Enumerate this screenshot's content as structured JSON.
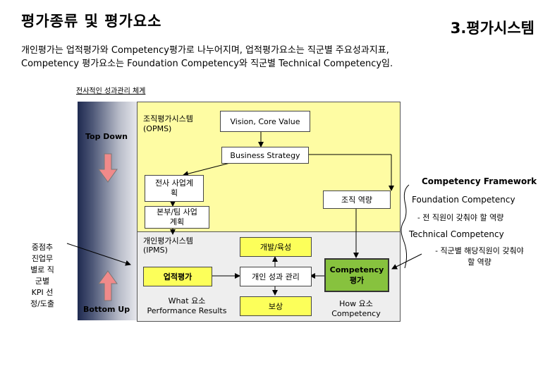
{
  "header": {
    "title_left": "평가종류 및 평가요소",
    "title_right": "3.평가시스템"
  },
  "description": {
    "line1": "개인평가는 업적평가와 Competency평가로 나누어지며, 업적평가요소는 직군별 주요성과지표,",
    "line2": "Competency 평가요소는 Foundation Competency와 직군별 Technical Competency임."
  },
  "diagram": {
    "framework_label": "전사적인 성과관리 체계",
    "top_down": "Top Down",
    "bottom_up": "Bottom Up",
    "org_eval_system": "조직평가시스템",
    "opms": "(OPMS)",
    "vision": "Vision, Core Value",
    "business_strategy": "Business Strategy",
    "company_plan_line1": "전사 사업계",
    "company_plan_line2": "획",
    "org_capability": "조직 역량",
    "division_plan_line1": "본부/팀 사업",
    "division_plan_line2": "계획",
    "personal_eval_system": "개인평가시스템",
    "ipms": "(IPMS)",
    "development": "개발/육성",
    "performance_eval": "업적평가",
    "personal_perf_mgmt": "개인 성과 관리",
    "competency_eval_line1": "Competency",
    "competency_eval_line2": "평가",
    "what_elements": "What 요소",
    "performance_results": "Performance Results",
    "compensation": "보상",
    "how_elements": "How 요소",
    "how_competency": "Competency",
    "side_label": [
      "중점추",
      "진업무",
      "별로 직",
      "군별",
      "KPI 선",
      "정/도출"
    ]
  },
  "competency_framework": {
    "title": "Competency Framework",
    "foundation": "Foundation Competency",
    "foundation_desc": "- 전 직원이 갖춰야 할 역량",
    "technical": "Technical Competency",
    "technical_desc_line1": "- 직군별 해당직원이 갖춰야",
    "technical_desc_line2": "할 역량"
  },
  "colors": {
    "yellow_zone": "#fefca3",
    "yellow_box": "#fcff5a",
    "green_box": "#87c23e",
    "arrow_pink": "#f08a8a",
    "navy": "#1f2a50"
  }
}
